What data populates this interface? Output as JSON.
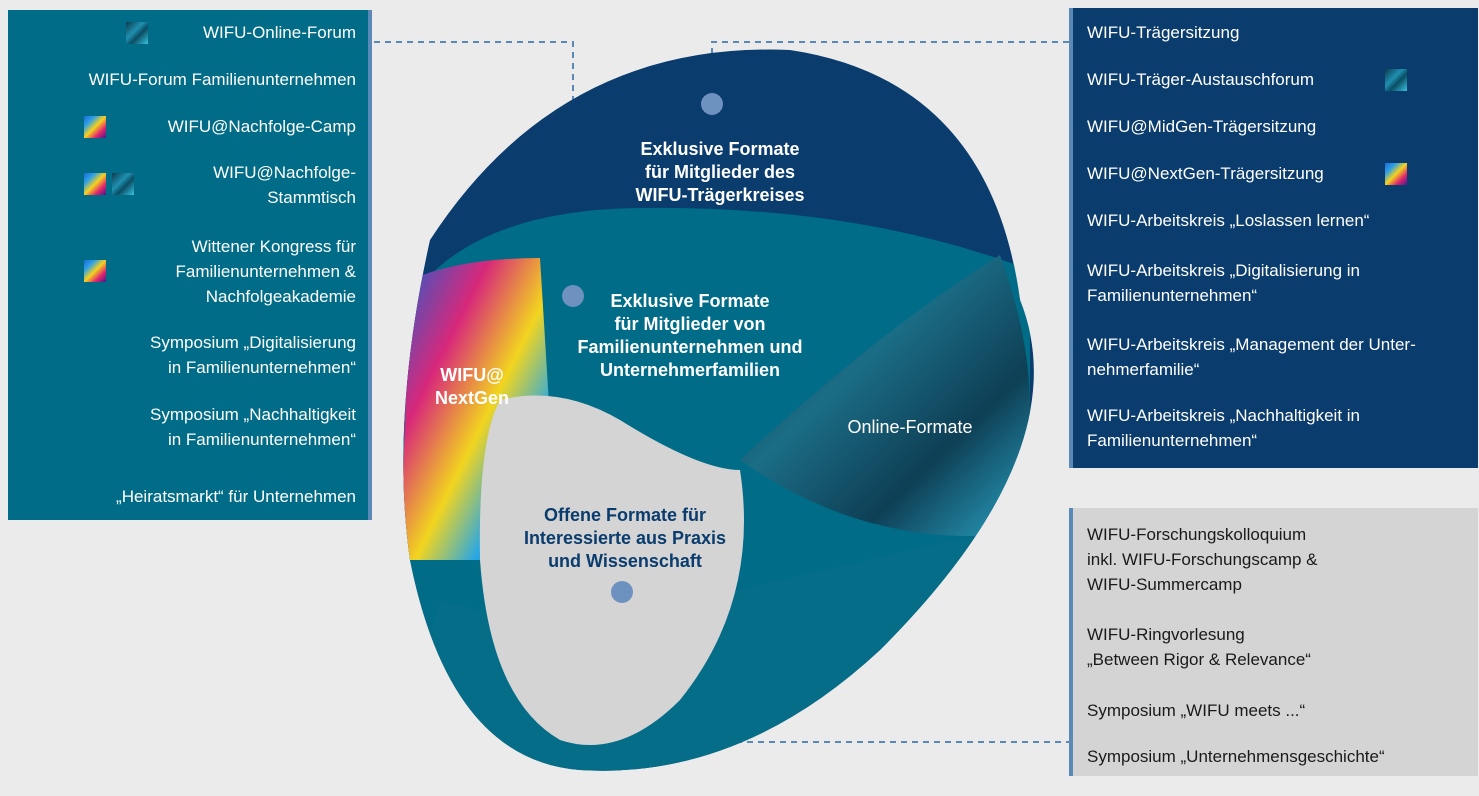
{
  "left_panel": {
    "items": [
      "WIFU-Online-Forum",
      "WIFU-Forum Familienunternehmen",
      "WIFU@Nachfolge-Camp",
      "WIFU@Nachfolge-\nStammtisch",
      "Wittener Kongress für\nFamilienunternehmen &\nNachfolgeakademie",
      "Symposium „Digitalisierung\nin Familienunternehmen“",
      "Symposium „Nachhaltigkeit\nin Familienunternehmen“",
      "„Heiratsmarkt“ für Unternehmen"
    ]
  },
  "right_panel": {
    "items": [
      "WIFU-Trägersitzung",
      "WIFU-Träger-Austauschforum",
      "WIFU@MidGen-Trägersitzung",
      "WIFU@NextGen-Trägersitzung",
      "WIFU-Arbeitskreis „Loslassen lernen“",
      "WIFU-Arbeitskreis „Digitalisierung in\nFamilienunternehmen“",
      "WIFU-Arbeitskreis „Management der Unter-\nnehmerfamilie“",
      "WIFU-Arbeitskreis „Nachhaltigkeit in\nFamilienunternehmen“"
    ]
  },
  "grey_panel": {
    "items": [
      "WIFU-Forschungskolloquium\ninkl. WIFU-Forschungscamp &\nWIFU-Summercamp",
      "WIFU-Ringvorlesung\n„Between Rigor & Relevance“",
      "Symposium „WIFU meets ...“",
      "Symposium „Unternehmensgeschichte“"
    ]
  },
  "circle": {
    "outer_label": "Exklusive Formate\nfür Mitglieder des\nWIFU-Trägerkreises",
    "middle_label": "Exklusive Formate\nfür Mitglieder von\nFamilienunternehmen und\nUnternehmerfamilien",
    "nextgen_label": "WIFU@\nNextGen",
    "online_label": "Online-Formate",
    "open_label": "Offene Formate für\nInteressierte aus Praxis\nund Wissenschaft"
  },
  "colors": {
    "background": "#ebebeb",
    "teal": "#006c87",
    "navy": "#0a3c6d",
    "light_grey": "#d4d4d4",
    "connector": "#5a89b8",
    "open_text": "#0a3c6d"
  }
}
